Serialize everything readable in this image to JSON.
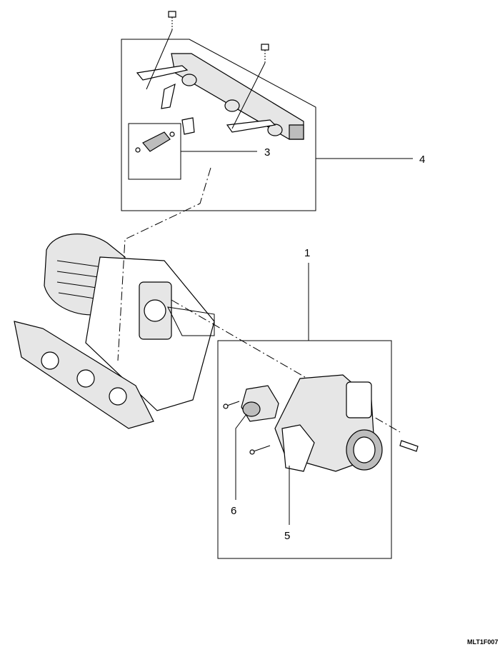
{
  "callouts": {
    "c1": "1",
    "c3": "3",
    "c4": "4",
    "c5": "5",
    "c6": "6"
  },
  "reference_code": "MLT1F007",
  "colors": {
    "line": "#000000",
    "background": "#ffffff",
    "shade_light": "#e6e6e6",
    "shade_mid": "#bdbdbd"
  }
}
